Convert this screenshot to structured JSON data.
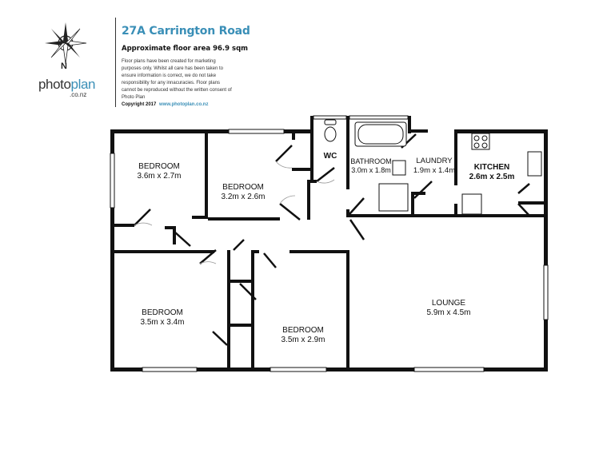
{
  "header": {
    "title": "27A Carrington Road",
    "subtitle": "Approximate floor area 96.9 sqm",
    "disclaimer": "Floor plans have been created for marketing purposes only. Whilst all care has been taken to ensure information is correct, we do not take responsibility for any innacuracies. Floor plans cannot be reproduced without the written consent of Photo Plan",
    "copyright": "Copyright 2017",
    "website": "www.photoplan.co.nz"
  },
  "logo": {
    "brand_dark": "photo",
    "brand_accent": "plan",
    "domain": ".co.nz",
    "compass_icon": "compass-rose-icon",
    "north_label": "N"
  },
  "colors": {
    "accent": "#3a8fb7",
    "walls": "#111111",
    "text": "#111111"
  },
  "rooms": [
    {
      "name": "BEDROOM",
      "dims": "3.6m x 2.7m"
    },
    {
      "name": "BEDROOM",
      "dims": "3.2m x 2.6m"
    },
    {
      "name": "WC",
      "dims": ""
    },
    {
      "name": "BATHROOM",
      "dims": "3.0m x 1.8m"
    },
    {
      "name": "LAUNDRY",
      "dims": "1.9m x 1.4m"
    },
    {
      "name": "KITCHEN",
      "dims": "2.6m x 2.5m"
    },
    {
      "name": "BEDROOM",
      "dims": "3.5m x 3.4m"
    },
    {
      "name": "BEDROOM",
      "dims": "3.5m x 2.9m"
    },
    {
      "name": "LOUNGE",
      "dims": "5.9m x 4.5m"
    }
  ]
}
